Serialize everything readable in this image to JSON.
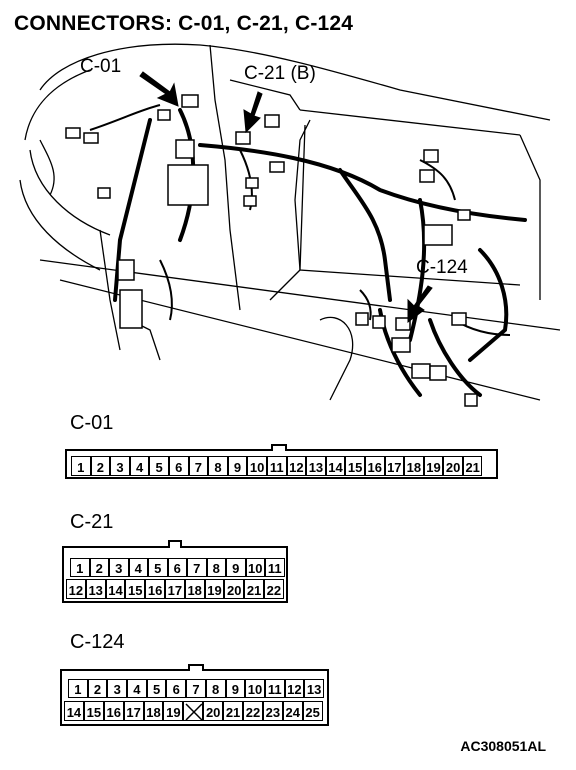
{
  "title": "CONNECTORS: C-01, C-21, C-124",
  "illustration": {
    "callouts": [
      {
        "id": "c01",
        "label": "C-01"
      },
      {
        "id": "c21",
        "label": "C-21 (B)"
      },
      {
        "id": "c124",
        "label": "C-124"
      }
    ]
  },
  "connectors": [
    {
      "id": "c01",
      "label": "C-01",
      "rows": [
        [
          "1",
          "2",
          "3",
          "4",
          "5",
          "6",
          "7",
          "8",
          "9",
          "10",
          "11",
          "12",
          "13",
          "14",
          "15",
          "16",
          "17",
          "18",
          "19",
          "20",
          "21"
        ]
      ]
    },
    {
      "id": "c21",
      "label": "C-21",
      "rows": [
        [
          "1",
          "2",
          "3",
          "4",
          "5",
          "6",
          "7",
          "8",
          "9",
          "10",
          "11"
        ],
        [
          "12",
          "13",
          "14",
          "15",
          "16",
          "17",
          "18",
          "19",
          "20",
          "21",
          "22"
        ]
      ]
    },
    {
      "id": "c124",
      "label": "C-124",
      "rows": [
        [
          "1",
          "2",
          "3",
          "4",
          "5",
          "6",
          "7",
          "8",
          "9",
          "10",
          "11",
          "12",
          "13"
        ],
        [
          "14",
          "15",
          "16",
          "17",
          "18",
          "19",
          "X",
          "20",
          "21",
          "22",
          "23",
          "24",
          "25"
        ]
      ]
    }
  ],
  "figure_code": "AC308051AL"
}
